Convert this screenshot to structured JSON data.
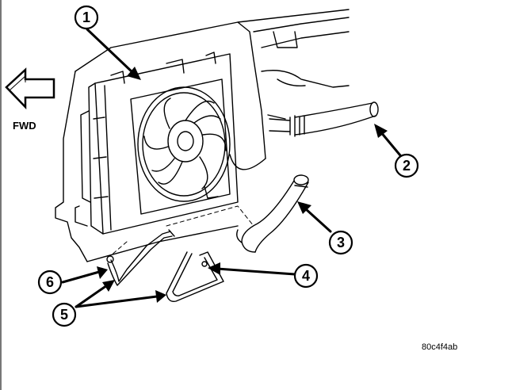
{
  "direction_label": "FWD",
  "image_code": "80c4f4ab",
  "callouts": [
    {
      "id": "callout-1",
      "number": "1"
    },
    {
      "id": "callout-2",
      "number": "2"
    },
    {
      "id": "callout-3",
      "number": "3"
    },
    {
      "id": "callout-4",
      "number": "4"
    },
    {
      "id": "callout-5",
      "number": "5"
    },
    {
      "id": "callout-6",
      "number": "6"
    }
  ],
  "colors": {
    "line": "#000000",
    "background": "#ffffff"
  }
}
